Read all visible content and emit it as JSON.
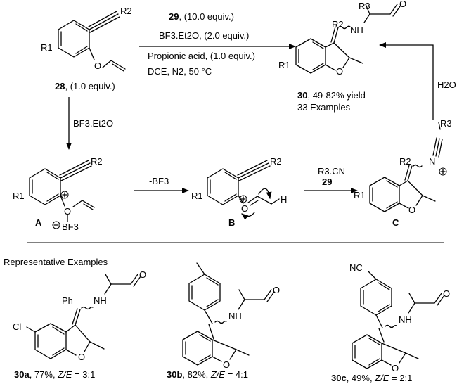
{
  "reaction": {
    "reagent_29": "29",
    "reagent_29_equiv": ", (10.0 equiv.)",
    "lewis_acid": "BF3.Et2O, (2.0 equiv.)",
    "acid": "Propionic acid, (1.0 equiv.)",
    "solvent_conditions": "DCE, N2, 50 °C",
    "sm_label": "28",
    "sm_equiv": ", (1.0 equiv.)",
    "product_label": "30",
    "product_yield": ", 49-82% yield",
    "product_examples": "33 Examples",
    "hydrolysis": "H2O",
    "activation": "BF3.Et2O",
    "loss": "-BF3",
    "nitrile_reagent": "R3.CN",
    "nitrile_label": "29",
    "intermediates": [
      "A",
      "B",
      "C"
    ],
    "substituents": {
      "r1": "R1",
      "r2": "R2",
      "r3": "R3"
    },
    "atoms": {
      "oxygen": "O",
      "nitrogen": "N",
      "nh": "NH",
      "h": "H",
      "bf3": "BF3"
    }
  },
  "examples_section": {
    "title": "Representative Examples",
    "examples": [
      {
        "id": "30a",
        "yield": ", 77%, ",
        "ratio_label": "Z/E",
        "ratio": " = 3:1",
        "substituent": "Ph",
        "halogen": "Cl"
      },
      {
        "id": "30b",
        "yield": ", 82%, ",
        "ratio_label": "Z/E",
        "ratio": " = 4:1"
      },
      {
        "id": "30c",
        "yield": ", 49%, ",
        "ratio_label": "Z/E",
        "ratio": " = 2:1",
        "substituent": "NC"
      }
    ]
  }
}
